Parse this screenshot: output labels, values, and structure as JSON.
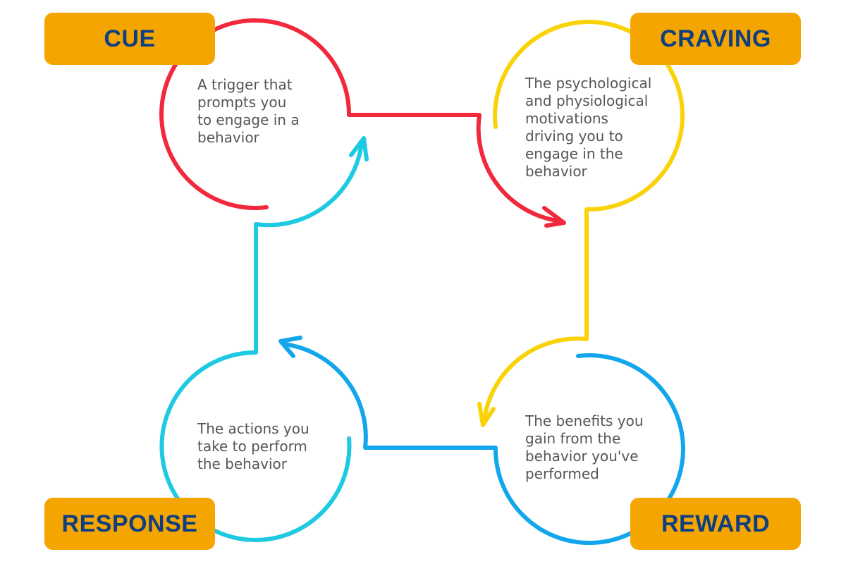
{
  "colors": {
    "cue": "#f2283d",
    "craving": "#fad208",
    "reward": "#12a6ec",
    "response": "#1ec9e2",
    "label_bg": "#f5a500",
    "label_text": "#0f3f80",
    "desc_text": "#555555"
  },
  "stages": {
    "cue": {
      "title": "CUE",
      "description": "A trigger that\nprompts you\nto engage in a\nbehavior"
    },
    "craving": {
      "title": "CRAVING",
      "description": "The psychological\nand physiological\nmotivations\ndriving you to\nengage in the\nbehavior"
    },
    "reward": {
      "title": "REWARD",
      "description": "The benefits you\ngain from the\nbehavior you've\nperformed"
    },
    "response": {
      "title": "RESPONSE",
      "description": "The actions you\ntake to perform\nthe behavior"
    }
  }
}
